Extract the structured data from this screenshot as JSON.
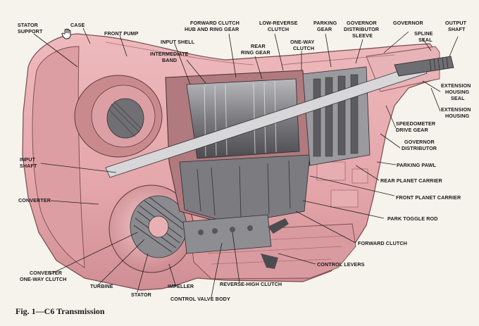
{
  "caption": "Fig. 1—C6 Transmission",
  "cursor_icon": "hand-pointer-icon",
  "colors": {
    "body": "#e7aeb1",
    "body_shadow": "#c98a8e",
    "metal": "#8f8f93",
    "metal_dark": "#4a4a4e",
    "background": "#f6f2ec",
    "leader": "#1f1f1f"
  },
  "labels": {
    "stator_support": [
      "STATOR",
      "SUPPORT"
    ],
    "case": [
      "CASE"
    ],
    "front_pump": [
      "FRONT PUMP"
    ],
    "input_shell": [
      "INPUT SHELL"
    ],
    "intermediate_band": [
      "INTERMEDIATE",
      "BAND"
    ],
    "forward_clutch_hub": [
      "FORWARD CLUTCH",
      "HUB AND RING GEAR"
    ],
    "rear_ring_gear": [
      "REAR",
      "RING GEAR"
    ],
    "low_reverse_clutch": [
      "LOW-REVERSE",
      "CLUTCH"
    ],
    "one_way_clutch": [
      "ONE-WAY",
      "CLUTCH"
    ],
    "parking_gear": [
      "PARKING",
      "GEAR"
    ],
    "governor_distributor_sleeve": [
      "GOVERNOR",
      "DISTRIBUTOR",
      "SLEEVE"
    ],
    "governor": [
      "GOVERNOR"
    ],
    "output_shaft": [
      "OUTPUT",
      "SHAFT"
    ],
    "spline_seal": [
      "SPLINE",
      "SEAL"
    ],
    "extension_housing_seal": [
      "EXTENSION",
      "HOUSING",
      "SEAL"
    ],
    "extension_housing": [
      "EXTENSION",
      "HOUSING"
    ],
    "speedometer_drive_gear": [
      "SPEEDOMETER",
      "DRIVE GEAR"
    ],
    "governor_distributor": [
      "GOVERNOR",
      "DISTRIBUTOR"
    ],
    "parking_pawl": [
      "PARKING PAWL"
    ],
    "rear_planet_carrier": [
      "REAR PLANET CARRIER"
    ],
    "front_planet_carrier": [
      "FRONT PLANET CARRIER"
    ],
    "park_toggle_rod": [
      "PARK TOGGLE ROD"
    ],
    "forward_clutch": [
      "FORWARD CLUTCH"
    ],
    "control_levers": [
      "CONTROL LEVERS"
    ],
    "input_shaft": [
      "INPUT",
      "SHAFT"
    ],
    "converter": [
      "CONVERTER"
    ],
    "converter_one_way_clutch": [
      "CONVERTER",
      "ONE-WAY CLUTCH"
    ],
    "turbine": [
      "TURBINE"
    ],
    "stator": [
      "STATOR"
    ],
    "impeller": [
      "IMPELLER"
    ],
    "reverse_high_clutch": [
      "REVERSE-HIGH CLUTCH"
    ],
    "control_valve_body": [
      "CONTROL VALVE BODY"
    ]
  }
}
